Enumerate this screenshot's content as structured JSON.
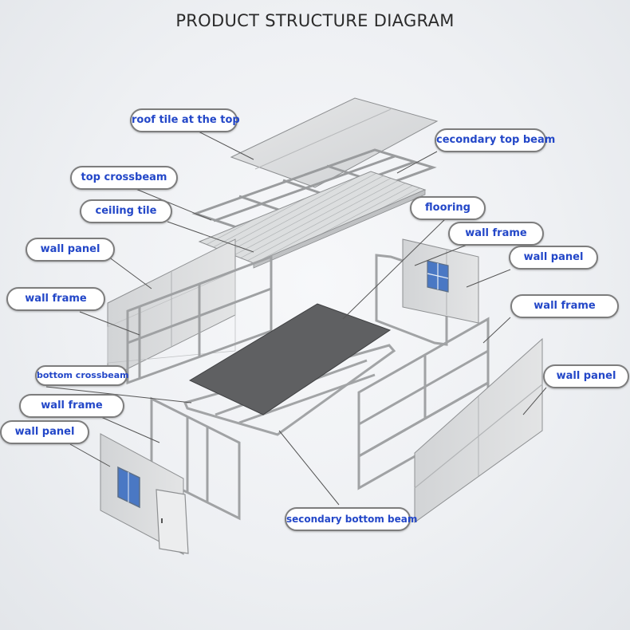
{
  "title": "PRODUCT STRUCTURE DIAGRAM",
  "labels": {
    "roof_tile": "roof tile at the top",
    "secondary_top_beam": "cecondary top beam",
    "top_crossbeam": "top crossbeam",
    "ceiling_tile": "ceiling tile",
    "flooring": "flooring",
    "wall_frame_back": "wall frame",
    "wall_panel_back": "wall panel",
    "wall_panel_left": "wall panel",
    "wall_frame_left": "wall frame",
    "wall_frame_right": "wall frame",
    "bottom_crossbeam": "bottom crossbeam",
    "wall_panel_right": "wall panel",
    "wall_frame_front": "wall frame",
    "wall_panel_front": "wall panel",
    "secondary_bottom_beam": "secondary bottom beam"
  },
  "colors": {
    "label_text": "#2347c8",
    "label_border": "#7d7d7d",
    "panel_fill": "#d9dadb",
    "floor_fill": "#5f6062",
    "window_fill": "#4a78c4"
  }
}
